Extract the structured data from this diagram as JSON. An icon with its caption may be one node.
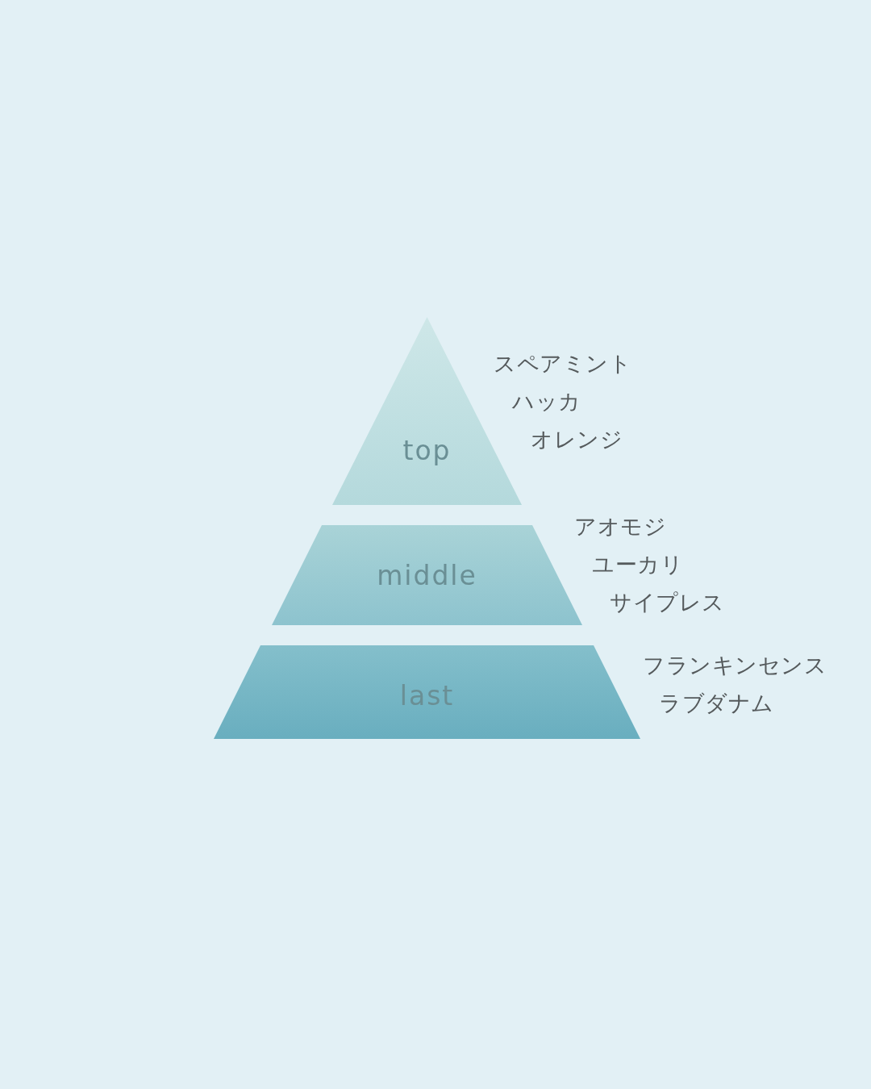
{
  "diagram": {
    "nodes": [
      {
        "text": [
          "top"
        ],
        "beside": [
          "スペアミント",
          "ハッカ",
          "オレンジ"
        ]
      },
      {
        "text": [
          "middle"
        ],
        "beside": [
          "アオモジ",
          "ユーカリ",
          "サイプレス"
        ]
      },
      {
        "text": [
          "last"
        ],
        "beside": [
          "フランキンセンス",
          "ラブダナム"
        ]
      }
    ]
  }
}
